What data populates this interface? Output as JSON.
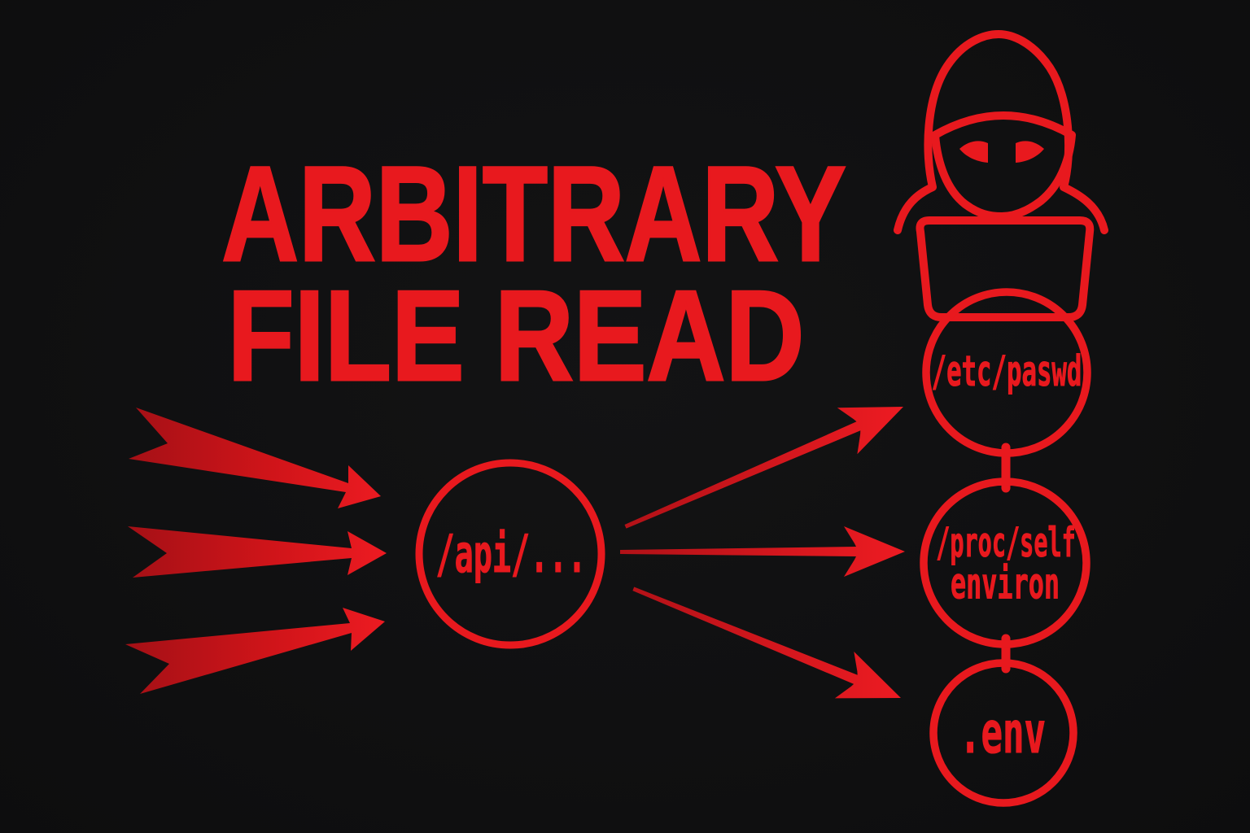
{
  "title": {
    "line1": "ARBITRARY",
    "line2": "FILE READ"
  },
  "diagram": {
    "source_node": {
      "label": "/api/..."
    },
    "targets": {
      "etc_passwd": {
        "label": "/etc/paswd"
      },
      "proc_self": {
        "line1": "/proc/self",
        "line2": "environ"
      },
      "dotenv": {
        "label": ".env"
      }
    }
  },
  "icons": {
    "hacker": "hooded-hacker-at-laptop-icon",
    "input_arrows": [
      "attack-arrow-top",
      "attack-arrow-middle",
      "attack-arrow-bottom"
    ],
    "output_arrows": [
      "read-arrow-to-etc-passwd",
      "read-arrow-to-proc-self",
      "read-arrow-to-dotenv"
    ]
  },
  "colors": {
    "background": "#101011",
    "accent_red": "#e8191e",
    "arrow_gradient_dark": "#a31016",
    "arrow_gradient_bright": "#ee1b22"
  }
}
